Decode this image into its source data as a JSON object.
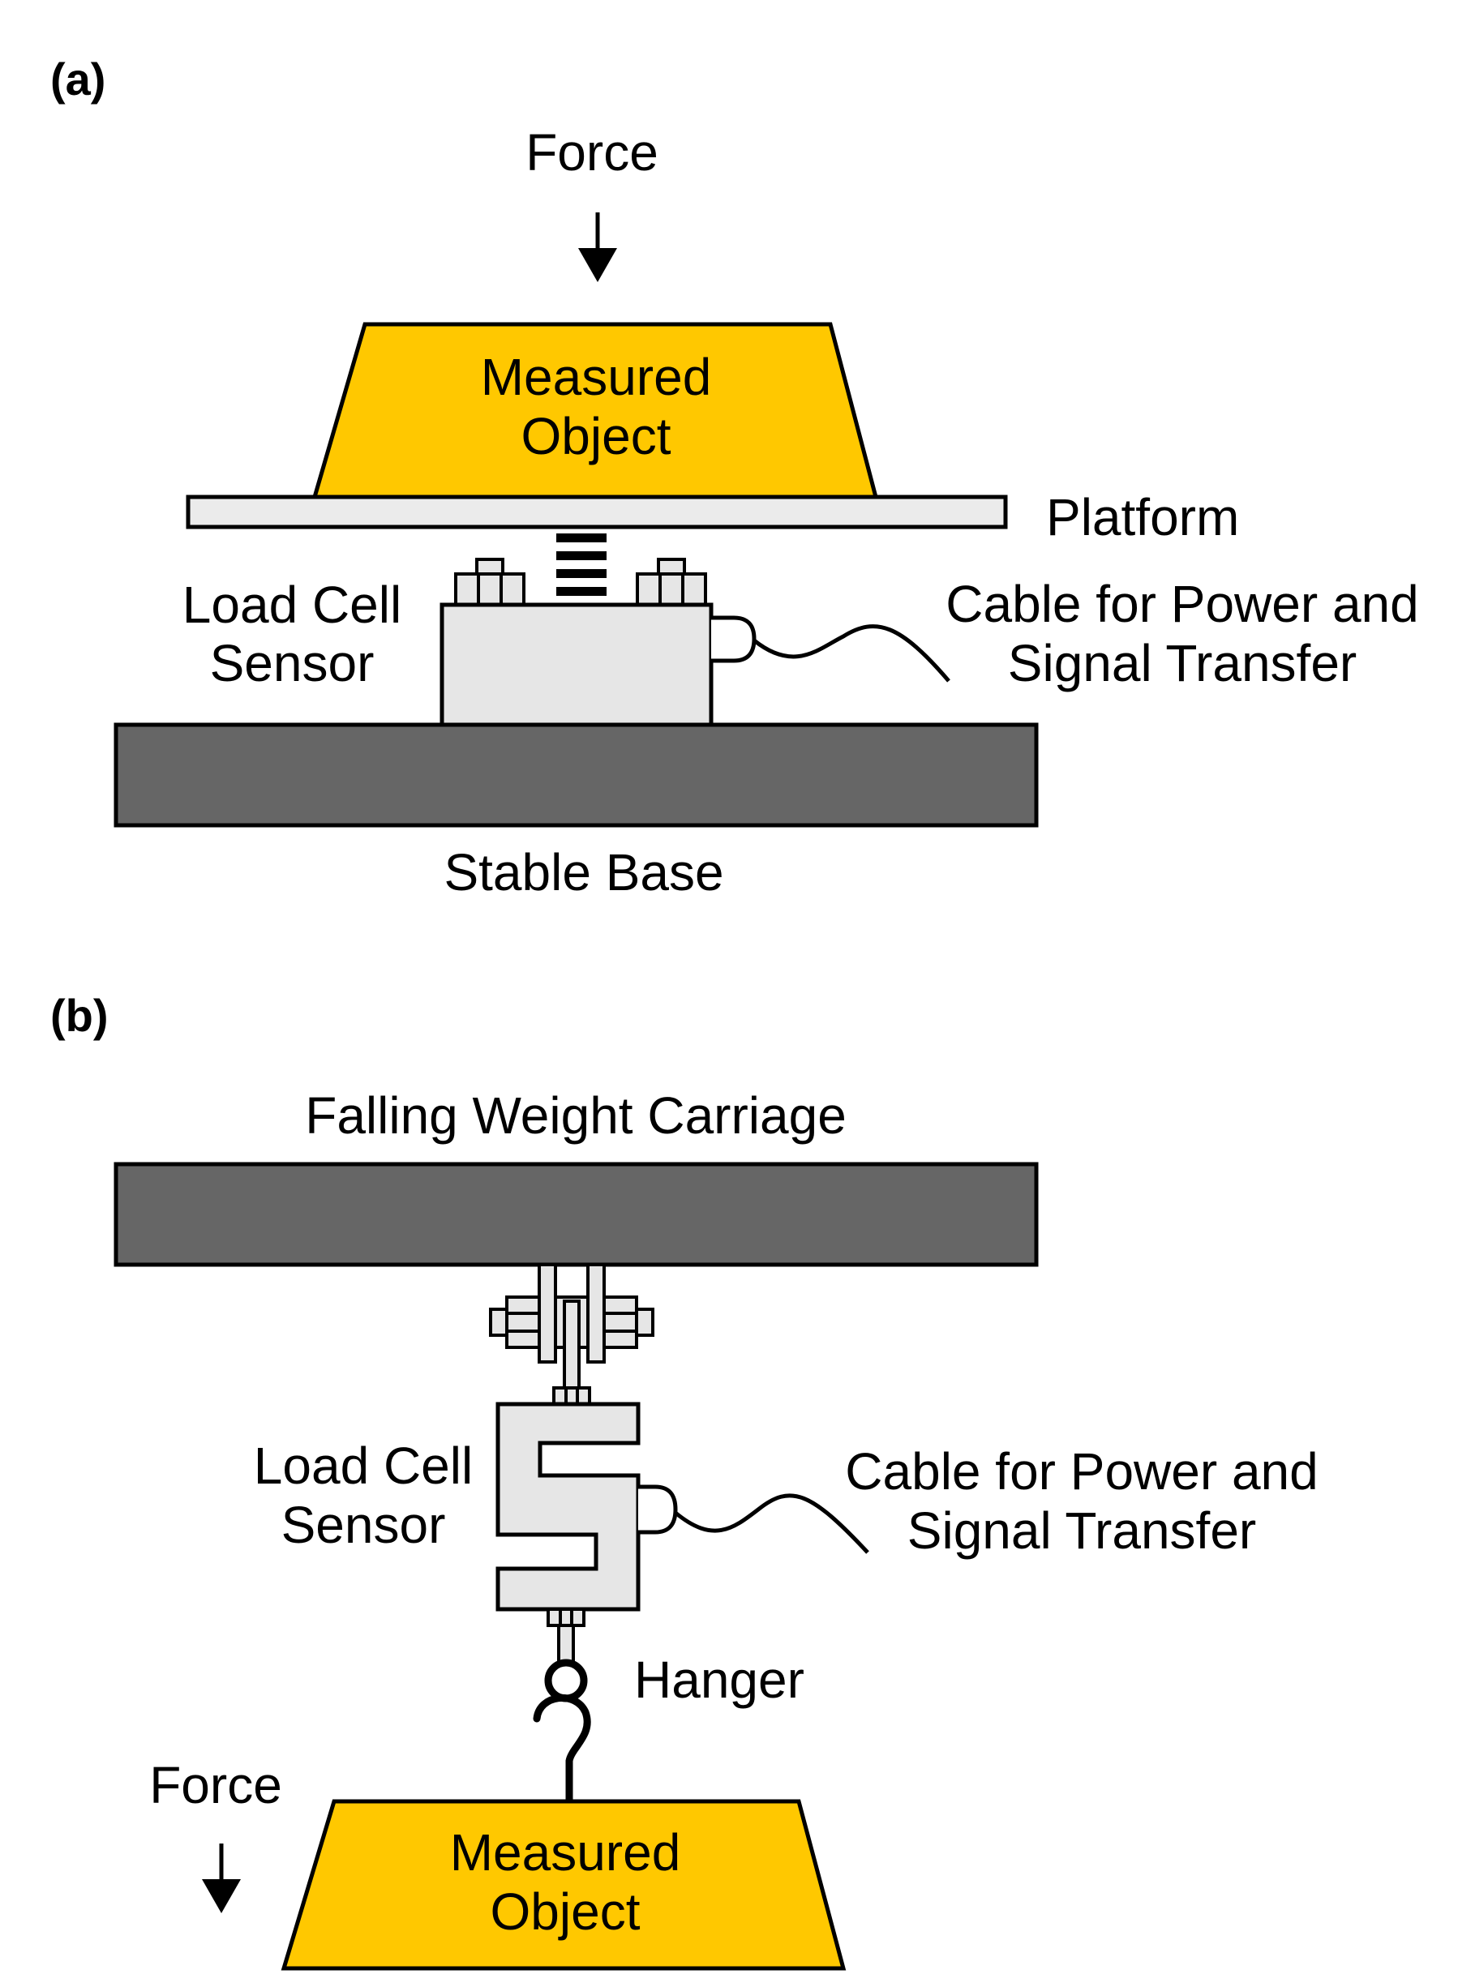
{
  "panel_a": {
    "tag": "(a)",
    "force_label": "Force",
    "object_label_line1": "Measured",
    "object_label_line2": "Object",
    "platform_label": "Platform",
    "sensor_label_line1": "Load Cell",
    "sensor_label_line2": "Sensor",
    "cable_label_line1": "Cable for Power and",
    "cable_label_line2": "Signal Transfer",
    "base_label": "Stable Base"
  },
  "panel_b": {
    "tag": "(b)",
    "carriage_label": "Falling Weight Carriage",
    "sensor_label_line1": "Load Cell",
    "sensor_label_line2": "Sensor",
    "cable_label_line1": "Cable for Power and",
    "cable_label_line2": "Signal Transfer",
    "hanger_label": "Hanger",
    "force_label": "Force",
    "object_label_line1": "Measured",
    "object_label_line2": "Object"
  },
  "colors": {
    "object_fill": "#FFC800",
    "base_fill": "#666666",
    "sensor_fill": "#E6E6E6",
    "platform_fill": "#EBEBEB",
    "stroke": "#000000"
  }
}
